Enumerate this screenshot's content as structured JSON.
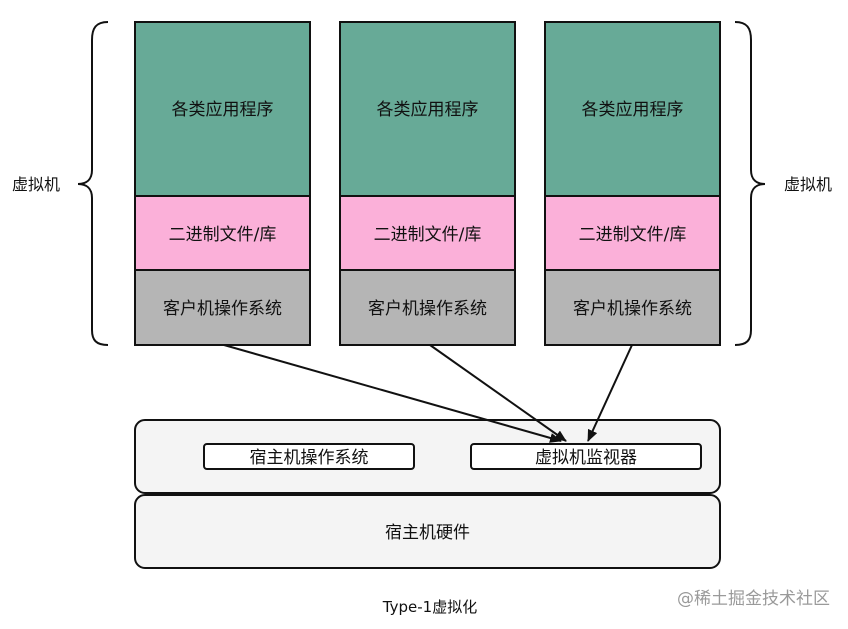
{
  "left_label": "虚拟机",
  "right_label": "虚拟机",
  "vms": [
    {
      "apps": "各类应用程序",
      "bins": "二进制文件/库",
      "guest_os": "客户机操作系统"
    },
    {
      "apps": "各类应用程序",
      "bins": "二进制文件/库",
      "guest_os": "客户机操作系统"
    },
    {
      "apps": "各类应用程序",
      "bins": "二进制文件/库",
      "guest_os": "客户机操作系统"
    }
  ],
  "host_os": "宿主机操作系统",
  "hypervisor": "虚拟机监视器",
  "host_hardware": "宿主机硬件",
  "caption": "Type-1虚拟化",
  "watermark": "@稀土掘金技术社区",
  "colors": {
    "apps": "#67aa97",
    "bins": "#fbb0d9",
    "guest_os": "#b5b5b5",
    "host_panel": "#f4f4f4",
    "stroke": "#111111"
  }
}
